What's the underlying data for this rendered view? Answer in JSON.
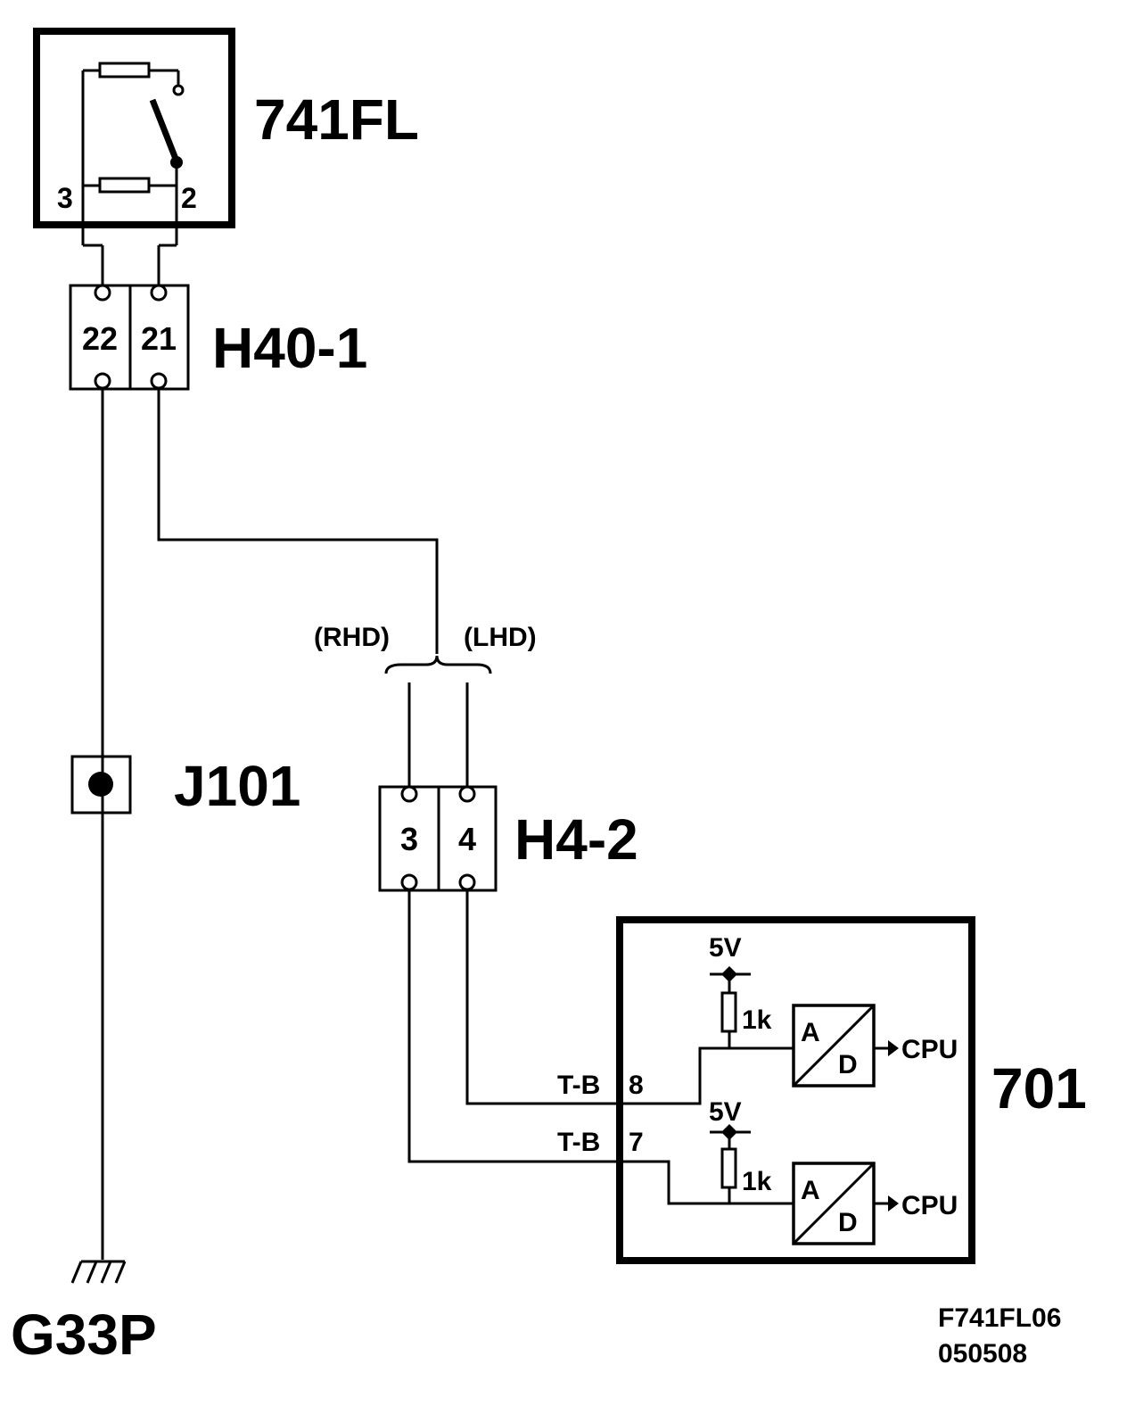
{
  "components": {
    "switch": {
      "label": "741FL",
      "pin_left": "3",
      "pin_right": "2"
    },
    "connector_h40": {
      "label": "H40-1",
      "pin_a": "22",
      "pin_b": "21"
    },
    "splice": {
      "label": "J101"
    },
    "ground": {
      "label": "G33P"
    },
    "connector_h4": {
      "label": "H4-2",
      "pin_a": "3",
      "pin_b": "4"
    },
    "ecu": {
      "label": "701",
      "channel_upper": {
        "supply": "5V",
        "resistor": "1k",
        "adc_in": "A",
        "adc_out": "D",
        "output": "CPU",
        "terminal": "T-B",
        "pin": "8"
      },
      "channel_lower": {
        "supply": "5V",
        "resistor": "1k",
        "adc_in": "A",
        "adc_out": "D",
        "output": "CPU",
        "terminal": "T-B",
        "pin": "7"
      }
    }
  },
  "variants": {
    "rhd": "(RHD)",
    "lhd": "(LHD)"
  },
  "footer": {
    "figure_id": "F741FL06",
    "date_code": "050508"
  }
}
